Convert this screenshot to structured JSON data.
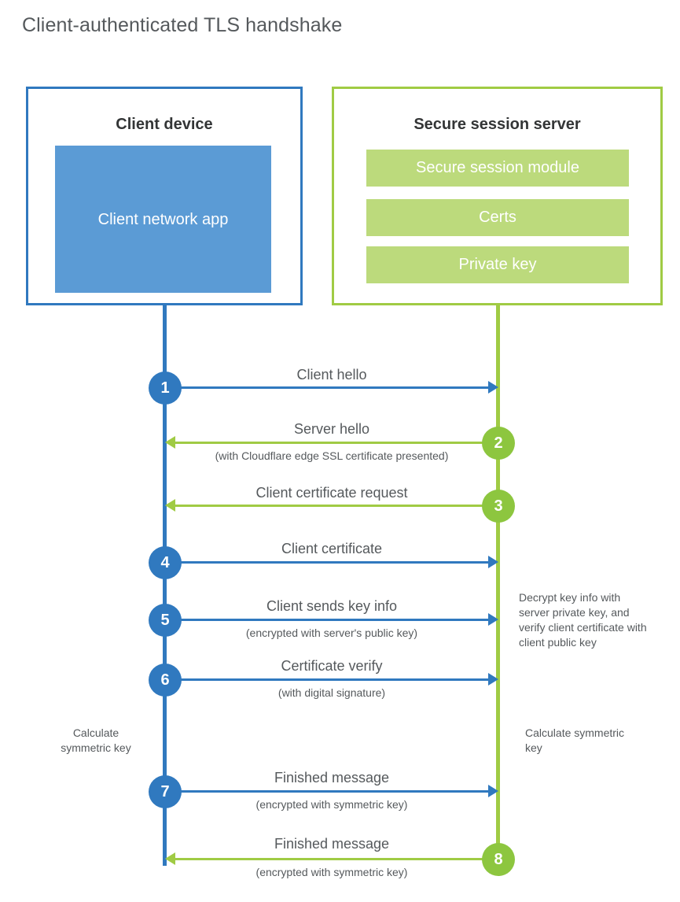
{
  "title": "Client-authenticated TLS handshake",
  "colors": {
    "blue_dark": "#3079bf",
    "blue_fill": "#5b9bd5",
    "green_dark": "#a0cb44",
    "green_circle": "#8dc63f",
    "green_fill": "#bcda7c",
    "text": "#55595c",
    "heading": "#333536"
  },
  "client_box": {
    "title": "Client device",
    "app_label": "Client network app"
  },
  "server_box": {
    "title": "Secure session server",
    "bars": [
      "Secure session module",
      "Certs",
      "Private key"
    ]
  },
  "side_notes": {
    "decrypt": "Decrypt key info with server private key, and verify client certificate with client public key",
    "calculate_client": "Calculate symmetric key",
    "calculate_server": "Calculate symmetric key"
  },
  "steps": [
    {
      "number": "1",
      "direction": "client-to-server",
      "label": "Client hello",
      "sublabel": ""
    },
    {
      "number": "2",
      "direction": "server-to-client",
      "label": "Server hello",
      "sublabel": "(with Cloudflare edge SSL certificate presented)"
    },
    {
      "number": "3",
      "direction": "server-to-client",
      "label": "Client certificate request",
      "sublabel": ""
    },
    {
      "number": "4",
      "direction": "client-to-server",
      "label": "Client certificate",
      "sublabel": ""
    },
    {
      "number": "5",
      "direction": "client-to-server",
      "label": "Client sends key info",
      "sublabel": "(encrypted with server's public key)"
    },
    {
      "number": "6",
      "direction": "client-to-server",
      "label": "Certificate verify",
      "sublabel": "(with digital signature)"
    },
    {
      "number": "7",
      "direction": "client-to-server",
      "label": "Finished message",
      "sublabel": "(encrypted with symmetric key)"
    },
    {
      "number": "8",
      "direction": "server-to-client",
      "label": "Finished message",
      "sublabel": "(encrypted with symmetric key)"
    }
  ]
}
